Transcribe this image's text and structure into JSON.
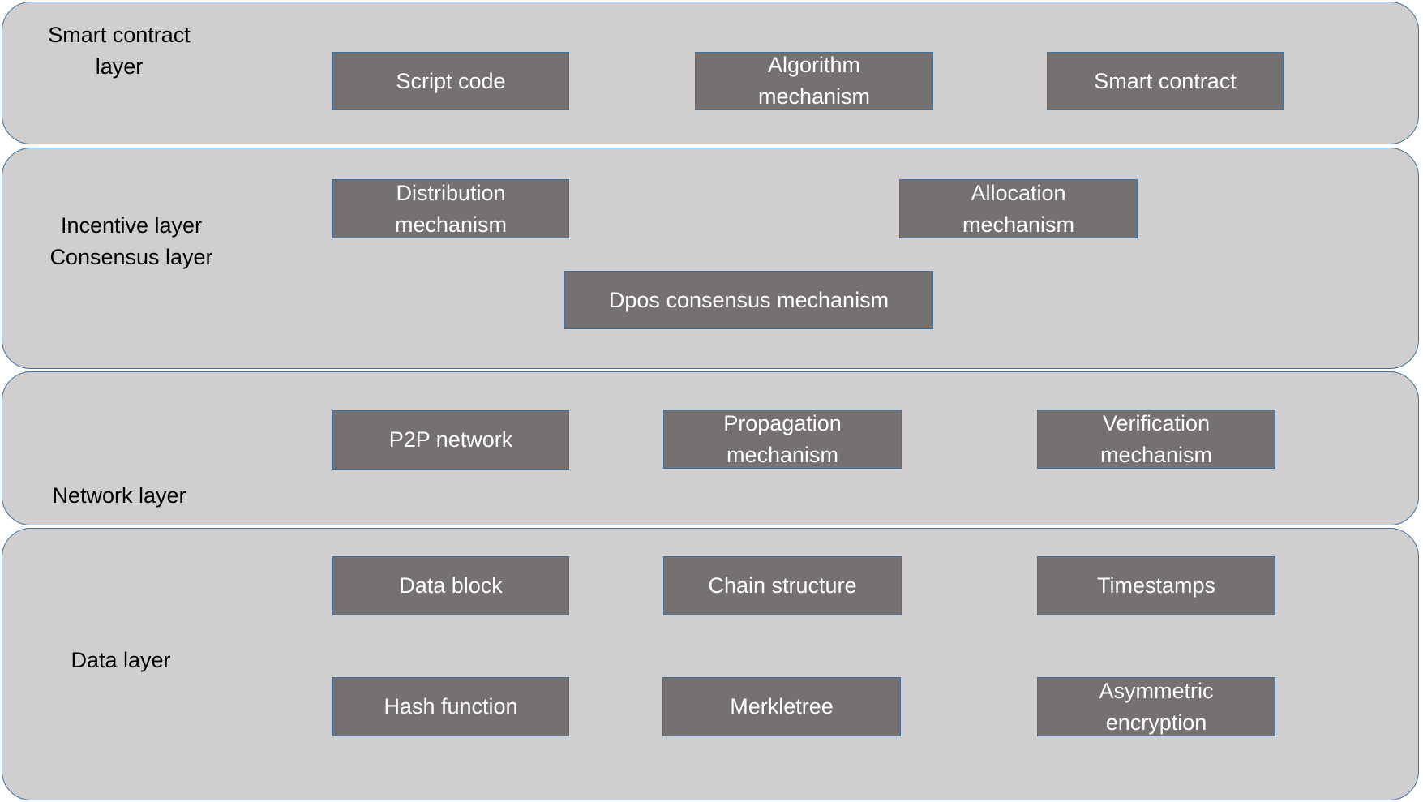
{
  "layers": {
    "smart_contract": {
      "label": "Smart contract\nlayer",
      "boxes": [
        "Script code",
        "Algorithm\nmechanism",
        "Smart contract"
      ]
    },
    "incentive_consensus": {
      "label": "Incentive layer\nConsensus layer",
      "boxes": [
        "Distribution\nmechanism",
        "Allocation\nmechanism",
        "Dpos consensus mechanism"
      ]
    },
    "network": {
      "label": "Network layer",
      "boxes": [
        "P2P network",
        "Propagation\nmechanism",
        "Verification\nmechanism"
      ]
    },
    "data": {
      "label": "Data layer",
      "boxes": [
        "Data block",
        "Chain structure",
        "Timestamps",
        "Hash function",
        "Merkletree",
        "Asymmetric\nencryption"
      ]
    }
  },
  "colors": {
    "layer_fill": "#d0cece",
    "box_fill": "#767171",
    "border": "#41719c",
    "box_text": "#ffffff",
    "label_text": "#000000"
  }
}
